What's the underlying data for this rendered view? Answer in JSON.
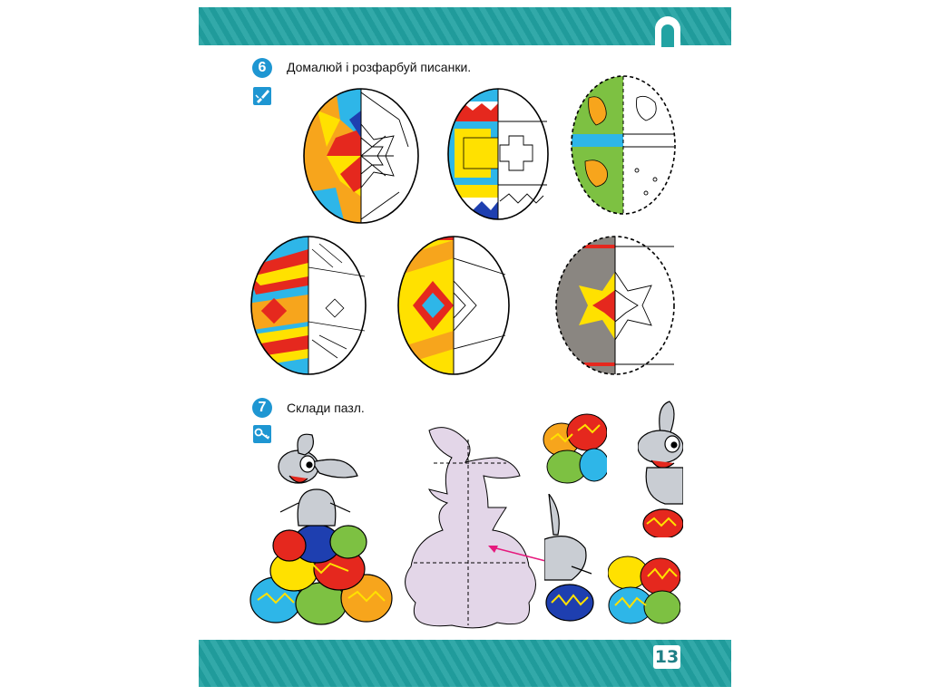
{
  "page": {
    "number": "13"
  },
  "tasks": [
    {
      "number": "6",
      "text": "Домалюй і розфарбуй писанки.",
      "icon": "brush-pencil-icon"
    },
    {
      "number": "7",
      "text": "Склади пазл.",
      "icon": "puzzle-key-icon"
    }
  ],
  "colors": {
    "band": "#22a3a3",
    "accent_blue": "#1e96d2",
    "orange": "#f7a51c",
    "red": "#e5281e",
    "yellow": "#ffe100",
    "cyan": "#2eb6e8",
    "green": "#7dc142",
    "gray": "#8a8681",
    "lilac": "#e3d6e8"
  }
}
